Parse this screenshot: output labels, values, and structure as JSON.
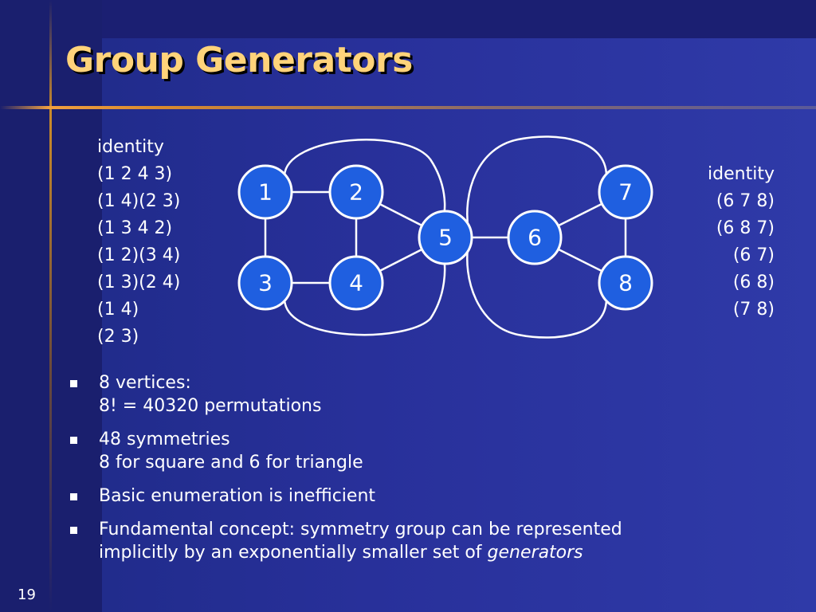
{
  "slide": {
    "title": "Group Generators",
    "number": "19"
  },
  "left_permutations": [
    "identity",
    "(1 2 4 3)",
    "(1 4)(2 3)",
    "(1 3 4 2)",
    "(1 2)(3 4)",
    "(1 3)(2 4)",
    "(1 4)",
    "(2 3)"
  ],
  "right_permutations": [
    "identity",
    "(6 7 8)",
    "(6 8 7)",
    "(6 7)",
    "(6 8)",
    "(7 8)"
  ],
  "graph": {
    "nodes": [
      "1",
      "2",
      "3",
      "4",
      "5",
      "6",
      "7",
      "8"
    ],
    "node_color": "#1f5fe0",
    "edge_color": "#ffffff"
  },
  "bullets": [
    {
      "line1": "8 vertices:",
      "line2": "8! = 40320 permutations"
    },
    {
      "line1": "48 symmetries",
      "line2": "8 for square and 6 for triangle"
    },
    {
      "line1": "Basic enumeration is inefficient",
      "line2": ""
    },
    {
      "line1": "Fundamental concept: symmetry group can be represented",
      "line2_prefix": "implicitly by an exponentially smaller set of ",
      "line2_emph": "generators"
    }
  ]
}
